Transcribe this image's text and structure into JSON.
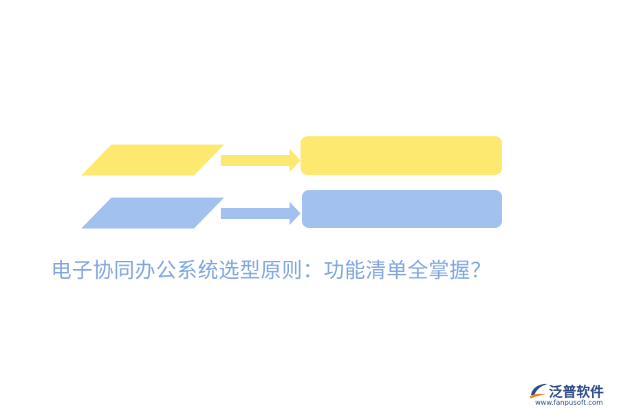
{
  "colors": {
    "yellow": "#fde870",
    "blue": "#a3c1ee",
    "title_text": "#7fa6df",
    "logo_navy": "#2b4a86",
    "logo_orange": "#f0822a"
  },
  "rows": [
    {
      "color": "yellow",
      "input_shape": "parallelogram",
      "connector": "arrow-right",
      "output_shape": "rounded-rectangle"
    },
    {
      "color": "blue",
      "input_shape": "parallelogram",
      "connector": "arrow-right",
      "output_shape": "rounded-rectangle"
    }
  ],
  "title": "电子协同办公系统选型原则：功能清单全掌握？",
  "logo": {
    "name": "泛普软件",
    "url": "www.fanpusoft.com",
    "icon": "fanpu-logo-icon"
  }
}
